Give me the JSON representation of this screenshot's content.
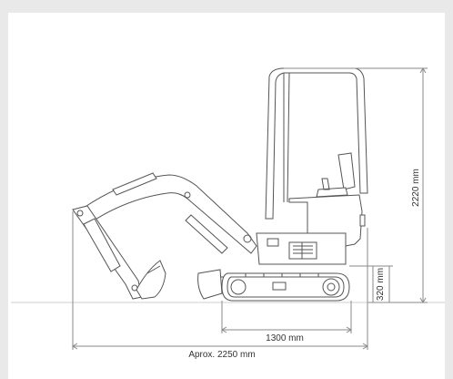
{
  "dimensions": {
    "height_label": "2220 mm",
    "track_height_label": "320 mm",
    "track_length_label": "1300 mm",
    "overall_length_label": "Aprox. 2250 mm"
  },
  "colors": {
    "line": "#555555",
    "dim_line": "#8a8a8a",
    "background": "#e9e9e9",
    "panel": "#ffffff"
  }
}
